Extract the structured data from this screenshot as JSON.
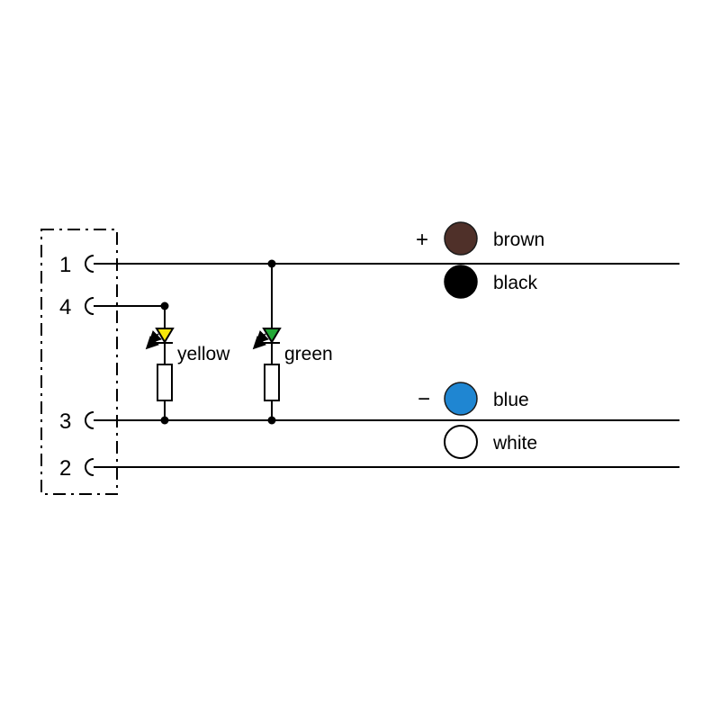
{
  "connector": {
    "pins": [
      "1",
      "4",
      "3",
      "2"
    ]
  },
  "leds": [
    {
      "label": "yellow",
      "color": "#f6e60a"
    },
    {
      "label": "green",
      "color": "#23a836"
    }
  ],
  "wires": [
    {
      "polarity": "+",
      "label": "brown",
      "color": "#4f3029"
    },
    {
      "polarity": "",
      "label": "black",
      "color": "#000000"
    },
    {
      "polarity": "−",
      "label": "blue",
      "color": "#1f86d2"
    },
    {
      "polarity": "",
      "label": "white",
      "color": "#ffffff"
    }
  ],
  "colors": {
    "line": "#000000",
    "background": "#ffffff"
  }
}
